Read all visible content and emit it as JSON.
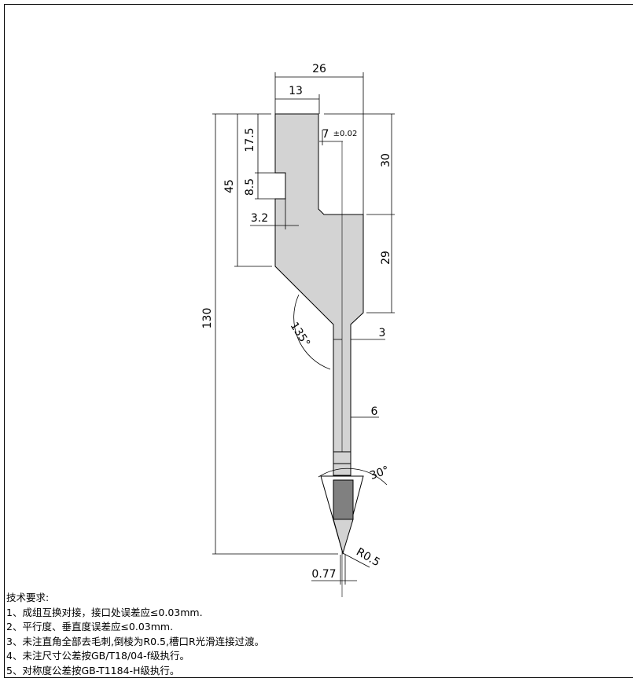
{
  "drawing": {
    "dimensions": {
      "total_width": "26",
      "half_width": "13",
      "height_17_5": "17.5",
      "height_45": "45",
      "slot_8_5": "8.5",
      "offset_3_2": "3.2",
      "tolerance_7": "7",
      "tolerance_value": "±0.02",
      "height_30": "30",
      "height_29": "29",
      "overall_130": "130",
      "angle_135": "135°",
      "step_3": "3",
      "shank_6": "6",
      "angle_30": "30°",
      "tip_radius": "R0.5",
      "tip_offset": "0.77"
    },
    "colors": {
      "line": "#000000",
      "part_fill": "#d3d3d3",
      "tip_fill": "#808080"
    }
  },
  "notes": {
    "title": "技术要求:",
    "items": [
      "1、成组互换对接，接口处误差应≤0.03mm.",
      "2、平行度、垂直度误差应≤0.03mm.",
      "3、未注直角全部去毛刺,倒棱为R0.5,槽口R光滑连接过渡。",
      "4、未注尺寸公差按GB/T18/04-f级执行。",
      "5、对称度公差按GB-T1184-H级执行。"
    ]
  }
}
